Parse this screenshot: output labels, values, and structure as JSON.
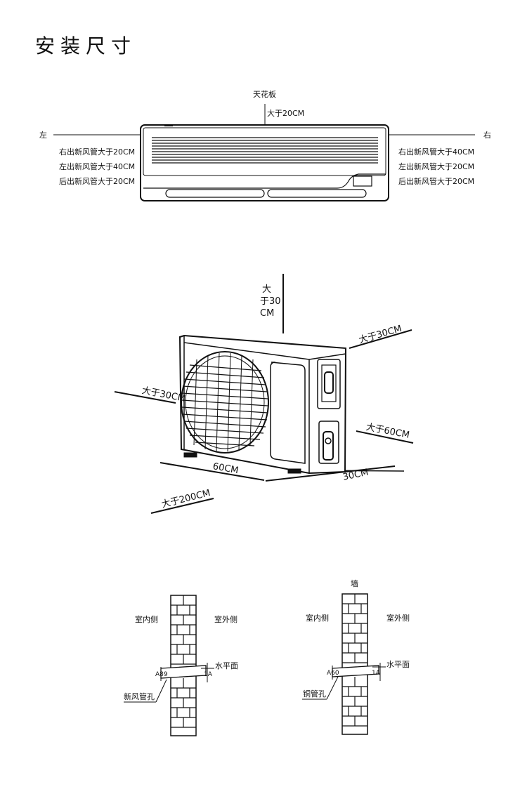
{
  "page_title": "安装尺寸",
  "indoor_unit": {
    "ceiling_label": "天花板",
    "ceiling_clearance": "大于20CM",
    "left_label": "左",
    "right_label": "右",
    "left_notes": [
      "右出新风管大于20CM",
      "左出新风管大于40CM",
      "后出新风管大于20CM"
    ],
    "right_notes": [
      "右出新风管大于40CM",
      "左出新风管大于20CM",
      "后出新风管大于20CM"
    ]
  },
  "outdoor_unit": {
    "top_clearance_lines": [
      "大",
      "于30",
      "CM"
    ],
    "back_clearance": "大于30CM",
    "left_clearance": "大于30CM",
    "right_clearance": "大于60CM",
    "width_dim": "60CM",
    "depth_dim": "30CM",
    "front_clearance": "大于200CM"
  },
  "wall_diagrams": {
    "left": {
      "indoor_side": "室内侧",
      "outdoor_side": "室外侧",
      "level_label": "水平面",
      "hole_label": "新风管孔",
      "dia_label": "A89",
      "slope_label": "1A"
    },
    "right": {
      "wall_label": "墙",
      "indoor_side": "室内侧",
      "outdoor_side": "室外侧",
      "level_label": "水平面",
      "hole_label": "铜管孔",
      "dia_label": "A60",
      "slope_label": "1A"
    }
  }
}
